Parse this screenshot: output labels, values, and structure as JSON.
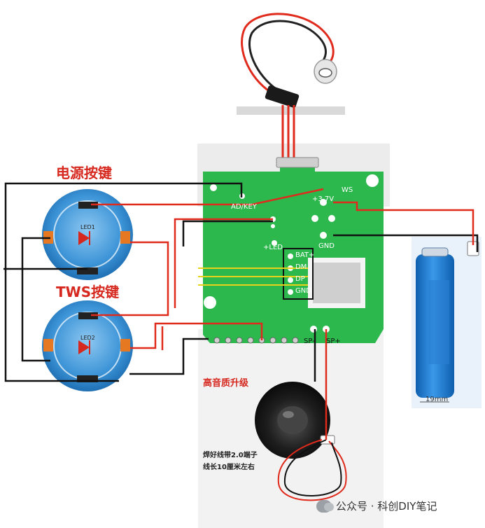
{
  "labels": {
    "power_button": "电源按键",
    "tws_button": "TWS按键",
    "sound_upgrade": "高音质升级",
    "wire_note_1": "焊好线带2.0端子",
    "wire_note_2": "线长10厘米左右",
    "battery_width": "19mm"
  },
  "pcb": {
    "ad_key": "AD/KEY",
    "ws": "WS",
    "v37": "+3.7V",
    "gnd": "GND",
    "led": "+LED",
    "bat": "BAT+",
    "dm": "DM",
    "dp": "DP",
    "gnd2": "GND",
    "sp_minus": "SP-",
    "sp_plus": "SP+"
  },
  "buttons": {
    "led1": "LED1",
    "led2": "LED2"
  },
  "watermark": {
    "text": "公众号 · 科创DIY笔记"
  },
  "colors": {
    "pcb_green": "#2db84e",
    "button_blue": "#2f8fd6",
    "wire_red": "#e02a1c",
    "wire_black": "#111111",
    "wire_yellow": "#e8d21a",
    "battery_blue": "#1b74c9",
    "title_red": "#d6281e"
  }
}
